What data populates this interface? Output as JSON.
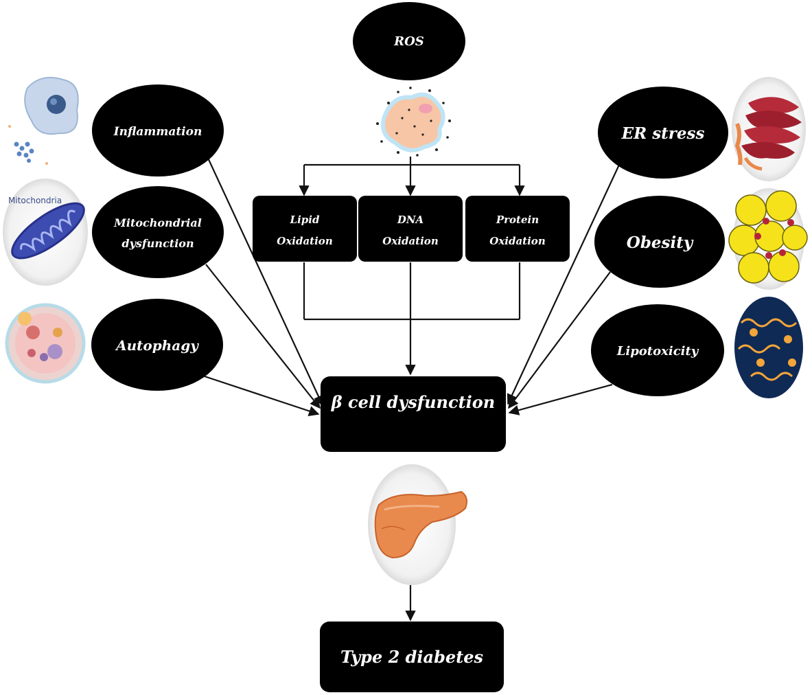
{
  "nodes": {
    "ros": "ROS",
    "inflammation": "Inflammation",
    "mitochondrial_dysfunction": [
      "Mitochondrial",
      "dysfunction"
    ],
    "autophagy": "Autophagy",
    "er_stress": "ER stress",
    "obesity": "Obesity",
    "lipotoxicity": "Lipotoxicity",
    "lipid_oxidation": [
      "Lipid",
      "Oxidation"
    ],
    "dna_oxidation": [
      "DNA",
      "Oxidation"
    ],
    "protein_oxidation": [
      "Protein",
      "Oxidation"
    ],
    "beta_cell_dysfunction": "β cell dysfunction",
    "type2_diabetes": "Type 2 diabetes"
  },
  "images": {
    "mitochondria_label": "Mitochondria"
  },
  "colors": {
    "node_fill": "#000000",
    "node_text": "#ffffff",
    "arrow": "#111111",
    "pancreas": "#e88a4e",
    "er": "#b52b3a",
    "fat_cell": "#f5e21b",
    "lipid_bg": "#0f2a55"
  }
}
